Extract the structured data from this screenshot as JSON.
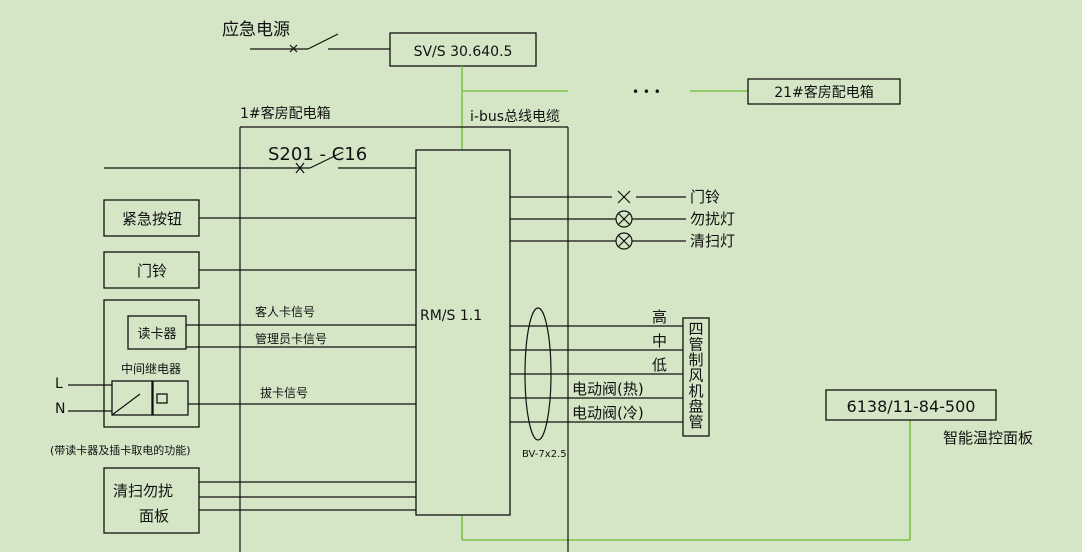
{
  "colors": {
    "background": "#d4e6c6",
    "line": "#111111",
    "bus": "#7fc24a"
  },
  "labels": {
    "emergency_power": "应急电源",
    "sv_module": "SV/S 30.640.5",
    "ellipsis": "• • •",
    "room21_box": "21#客房配电箱",
    "room1_box": "1#客房配电箱",
    "bus_cable": "i-bus总线电缆",
    "breaker": "S201 - C16",
    "emergency_button": "紧急按钮",
    "doorbell_left": "门铃",
    "card_reader": "读卡器",
    "relay": "中间继电器",
    "L": "L",
    "N": "N",
    "note": "(带读卡器及插卡取电的功能)",
    "clean_panel_line1": "清扫勿扰",
    "clean_panel_line2": "面板",
    "guest_card": "客人卡信号",
    "admin_card": "管理员卡信号",
    "pull_card": "拔卡信号",
    "rm_module": "RM/S 1.1",
    "doorbell_right": "门铃",
    "dnd_light": "勿扰灯",
    "clean_light": "清扫灯",
    "fan_high": "高",
    "fan_mid": "中",
    "fan_low": "低",
    "valve_hot": "电动阀(热)",
    "valve_cold": "电动阀(冷)",
    "cable_spec": "BV-7x2.5",
    "fcu_chars": [
      "四",
      "管",
      "制",
      "风",
      "机",
      "盘",
      "管"
    ],
    "thermostat_model": "6138/11-84-500",
    "thermostat_name": "智能温控面板"
  }
}
